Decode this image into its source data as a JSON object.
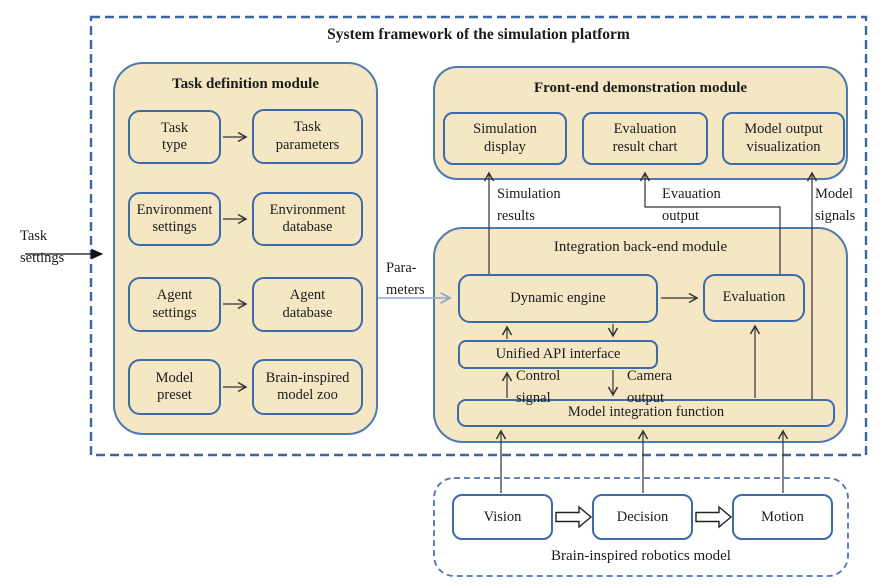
{
  "frame": {
    "title": "System framework of the simulation platform"
  },
  "colors": {
    "panel_fill": "#f5e7c4",
    "panel_border": "#4d7ab2",
    "box_border": "#3b6ba8",
    "outer_dashed_border": "#3a66a8",
    "robotics_dashed_border": "#4976b4",
    "arrow": "#333333",
    "parameters_arrow": "#8aa9cc",
    "text": "#1c1c1c"
  },
  "outside_labels": {
    "task_settings": "Task\nsettings",
    "parameters": "Para-\nmeters"
  },
  "task_module": {
    "title": "Task definition module",
    "rows": [
      {
        "source": "Task\ntype",
        "target": "Task\nparameters"
      },
      {
        "source": "Environment\nsettings",
        "target": "Environment\ndatabase"
      },
      {
        "source": "Agent\nsettings",
        "target": "Agent\ndatabase"
      },
      {
        "source": "Model\npreset",
        "target": "Brain-inspired\nmodel zoo"
      }
    ]
  },
  "frontend_module": {
    "title": "Front-end demonstration module",
    "boxes": [
      {
        "label": "Simulation\ndisplay"
      },
      {
        "label": "Evaluation\nresult chart"
      },
      {
        "label": "Model output\nvisualization"
      }
    ]
  },
  "flow_labels": {
    "simulation_results": "Simulation\nresults",
    "evaluation_output": "Evauation\noutput",
    "model_signals": "Model\nsignals",
    "control_signal": "Control\nsignal",
    "camera_output": "Camera\noutput"
  },
  "backend_module": {
    "title": "Integration back-end module",
    "dynamic_engine": "Dynamic engine",
    "evaluation": "Evaluation",
    "unified_api": "Unified API interface",
    "model_integration": "Model integration function"
  },
  "robotics_model": {
    "title": "Brain-inspired robotics model",
    "boxes": [
      {
        "label": "Vision"
      },
      {
        "label": "Decision"
      },
      {
        "label": "Motion"
      }
    ]
  }
}
